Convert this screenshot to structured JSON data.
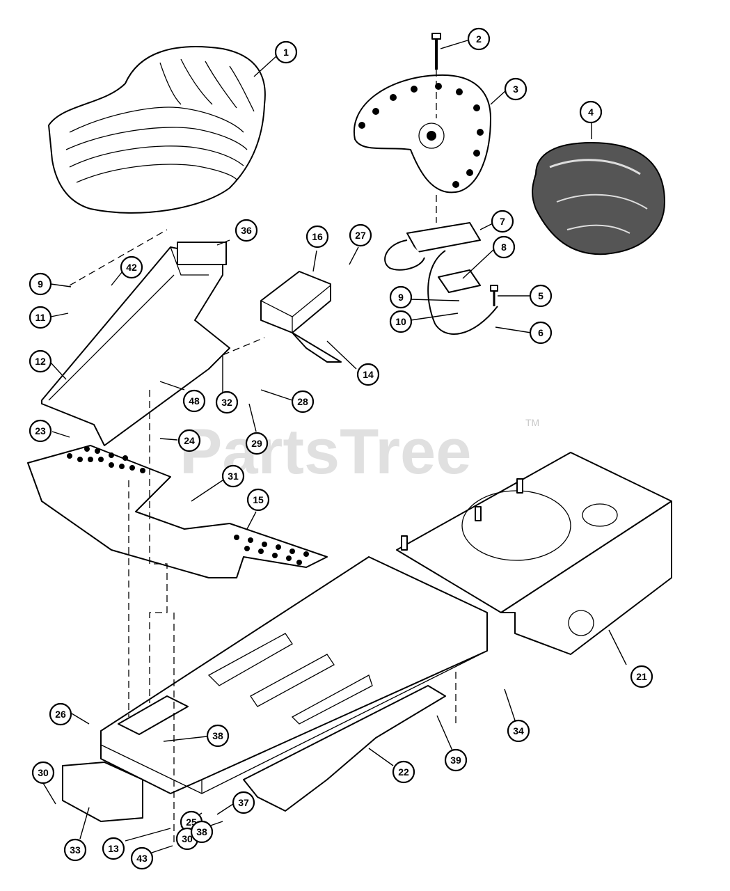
{
  "watermark": {
    "text": "PartsTree",
    "trademark": "TM"
  },
  "callouts": [
    "1",
    "2",
    "3",
    "4",
    "5",
    "6",
    "7",
    "8",
    "9",
    "9",
    "10",
    "11",
    "12",
    "13",
    "14",
    "15",
    "16",
    "21",
    "22",
    "23",
    "24",
    "25",
    "26",
    "27",
    "28",
    "29",
    "30",
    "30",
    "31",
    "32",
    "33",
    "34",
    "36",
    "37",
    "38",
    "38",
    "39",
    "42",
    "43",
    "48"
  ]
}
